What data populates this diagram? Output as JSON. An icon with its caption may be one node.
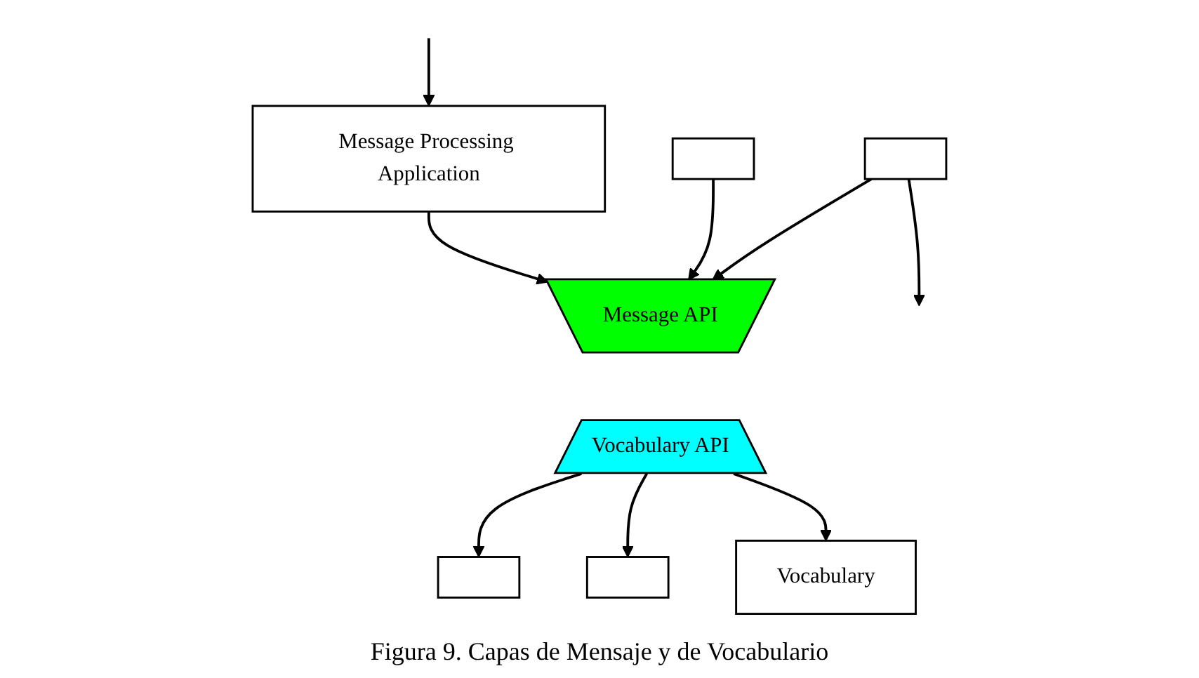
{
  "diagram": {
    "caption": "Figura 9. Capas de Mensaje y de Vocabulario",
    "nodes": [
      {
        "text": [
          "Message Processing Application"
        ]
      },
      {
        "text": [],
        "shape": "box"
      },
      {
        "text": [],
        "shape": "box"
      },
      {
        "text": [
          "Message API"
        ]
      },
      {
        "text": [
          "Vocabulary API"
        ]
      },
      {
        "text": [],
        "shape": "box"
      },
      {
        "text": [],
        "shape": "box"
      },
      {
        "text": [
          "Vocabulary"
        ]
      }
    ],
    "edges": [
      {
        "from": null,
        "to": 0,
        "arrow": "to"
      },
      {
        "from": 2,
        "to": null,
        "arrow": "to"
      },
      {
        "from": 0,
        "to": 3,
        "arrow": "to"
      },
      {
        "from": 1,
        "to": 3,
        "arrow": "to"
      },
      {
        "from": 2,
        "to": 3,
        "arrow": "to"
      },
      {
        "from": 4,
        "to": 5,
        "arrow": "to"
      },
      {
        "from": 4,
        "to": 6,
        "arrow": "to"
      },
      {
        "from": 4,
        "to": 7,
        "arrow": "to"
      }
    ]
  }
}
